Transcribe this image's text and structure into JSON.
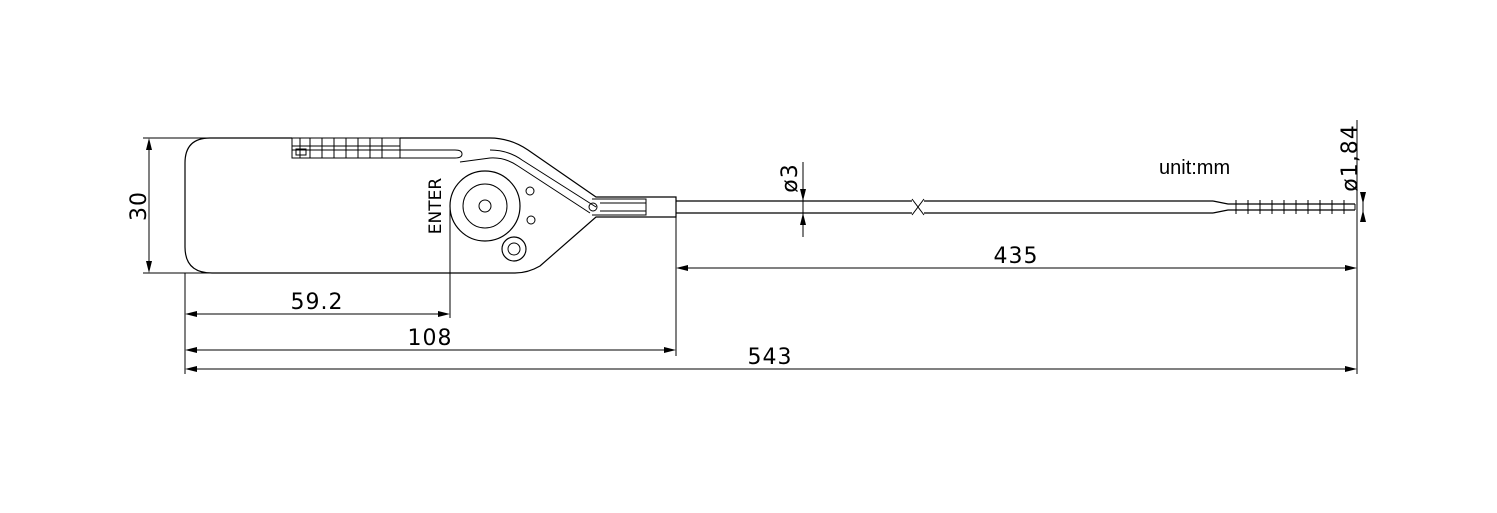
{
  "dimensions": {
    "height": "30",
    "to_hole": "59.2",
    "body_length": "108",
    "total_length": "543",
    "wire_length": "435",
    "wire_diameter": "ø3",
    "tip_diameter": "ø1,84"
  },
  "labels": {
    "enter": "ENTER",
    "unit": "unit:mm"
  }
}
